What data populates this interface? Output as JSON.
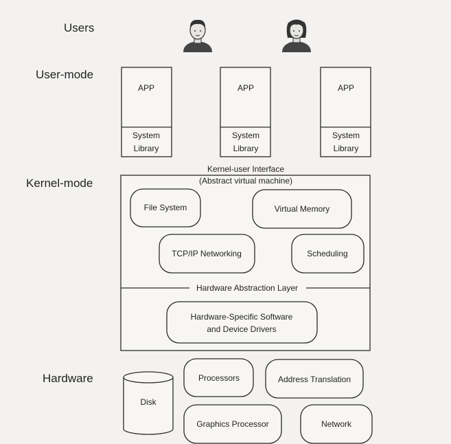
{
  "levels": {
    "users": "Users",
    "user_mode": "User-mode",
    "kernel_mode": "Kernel-mode",
    "hardware": "Hardware"
  },
  "apps": [
    {
      "app": "APP",
      "lib_line1": "System",
      "lib_line2": "Library"
    },
    {
      "app": "APP",
      "lib_line1": "System",
      "lib_line2": "Library"
    },
    {
      "app": "APP",
      "lib_line1": "System",
      "lib_line2": "Library"
    }
  ],
  "kernel": {
    "interface_line1": "Kernel-user Interface",
    "interface_line2": "(Abstract virtual machine)",
    "file_system": "File System",
    "virtual_memory": "Virtual Memory",
    "networking": "TCP/IP Networking",
    "scheduling": "Scheduling",
    "hal": "Hardware Abstraction Layer",
    "drivers_line1": "Hardware-Specific Software",
    "drivers_line2": "and Device Drivers"
  },
  "hardware": {
    "disk": "Disk",
    "processors": "Processors",
    "address_translation": "Address Translation",
    "graphics": "Graphics Processor",
    "network": "Network"
  }
}
